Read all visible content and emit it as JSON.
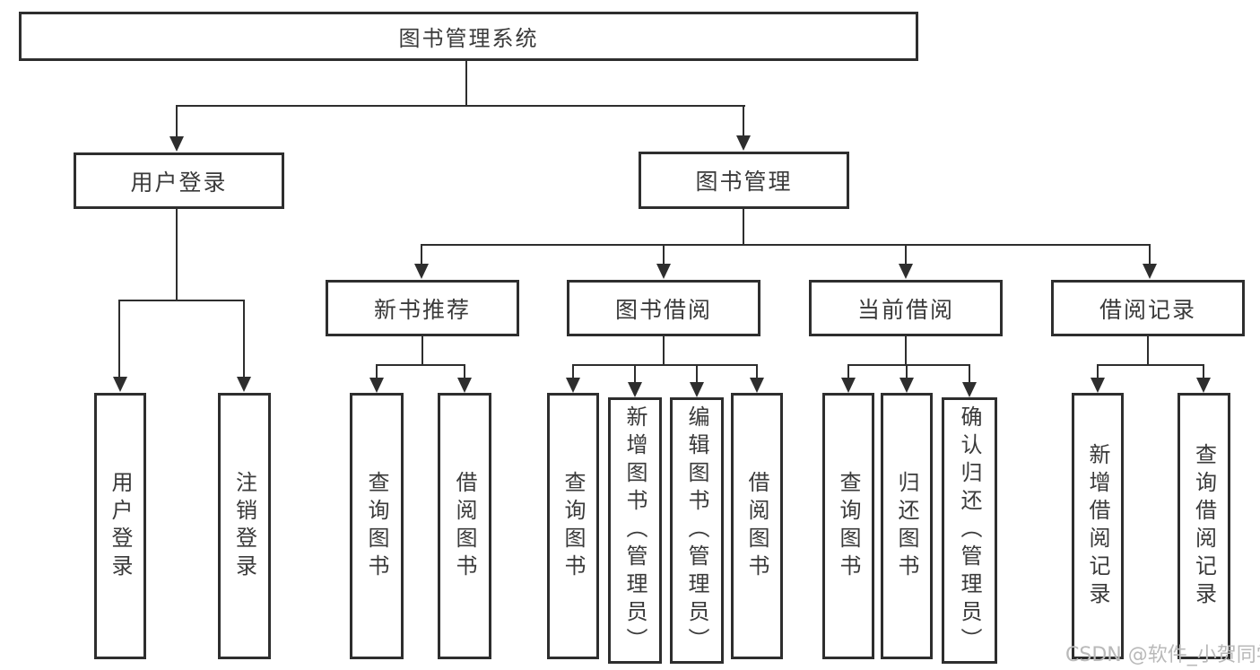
{
  "tree": {
    "root": {
      "label": "图书管理系统",
      "children": [
        {
          "label": "用户登录",
          "children": [
            {
              "label": "用户登录"
            },
            {
              "label": "注销登录"
            }
          ]
        },
        {
          "label": "图书管理",
          "children": [
            {
              "label": "新书推荐",
              "children": [
                {
                  "label": "查询图书"
                },
                {
                  "label": "借阅图书"
                }
              ]
            },
            {
              "label": "图书借阅",
              "children": [
                {
                  "label": "查询图书"
                },
                {
                  "label": "新增图书（管理员）"
                },
                {
                  "label": "编辑图书（管理员）"
                },
                {
                  "label": "借阅图书"
                }
              ]
            },
            {
              "label": "当前借阅",
              "children": [
                {
                  "label": "查询图书"
                },
                {
                  "label": "归还图书"
                },
                {
                  "label": "确认归还（管理员）"
                }
              ]
            },
            {
              "label": "借阅记录",
              "children": [
                {
                  "label": "新增借阅记录"
                },
                {
                  "label": "查询借阅记录"
                }
              ]
            }
          ]
        }
      ]
    }
  },
  "watermark": {
    "text": "CSDN @软件_小贺同学"
  },
  "colors": {
    "line": "#2e2e2e",
    "text": "#3a3a3a",
    "watermark": "#b9b9b9",
    "background": "#ffffff"
  }
}
